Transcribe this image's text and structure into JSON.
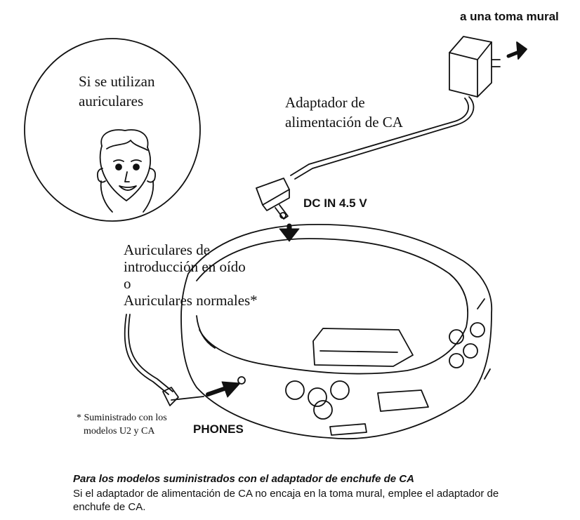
{
  "labels": {
    "outlet": "a una toma mural",
    "headphone_circle": [
      "Si se utilizan",
      "auriculares"
    ],
    "adaptor": [
      "Adaptador de",
      "alimentación de CA"
    ],
    "dc_in": "DC IN 4.5 V",
    "earphones": [
      "Auriculares de",
      "introducción en oído",
      "o",
      "Auriculares normales*"
    ],
    "footnote": [
      "* Suministrado con los",
      "modelos U2 y CA"
    ],
    "phones": "PHONES"
  },
  "note": {
    "title": "Para los modelos suministrados con el adaptador de enchufe de CA",
    "lines": [
      "Si el adaptador de alimentación de CA no encaja en la toma mural, emplee el adaptador de",
      "enchufe de CA."
    ]
  }
}
